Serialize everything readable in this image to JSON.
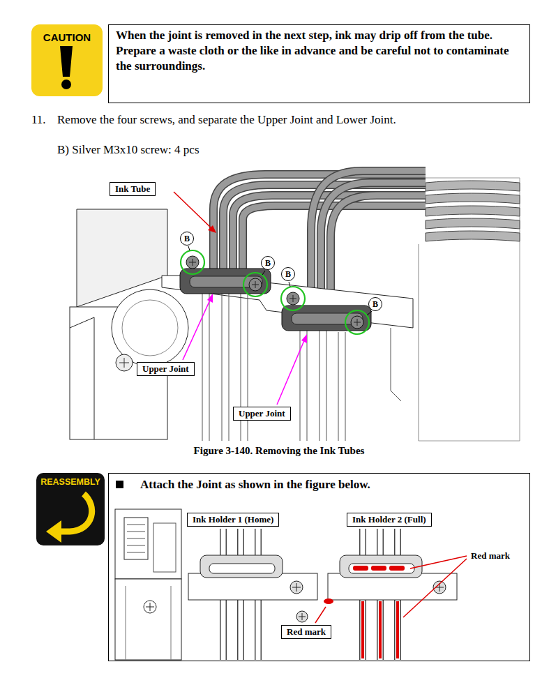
{
  "diagram": {
    "caption": "Figure 3-140. Removing the Ink Tubes",
    "nodes": [
      {
        "text": [
          "When the joint is removed in the next step, ink may drip off from the tube. Prepare a waste cloth or the like in advance and be careful not to contaminate the surroundings."
        ]
      },
      {
        "text": [
          "Ink Tube"
        ]
      },
      {
        "text": [
          "B"
        ]
      },
      {
        "text": [
          "B"
        ]
      },
      {
        "text": [
          "B"
        ]
      },
      {
        "text": [
          "B"
        ]
      },
      {
        "text": [
          "Upper Joint"
        ]
      },
      {
        "text": [
          "Upper Joint"
        ]
      },
      {
        "text": [
          "Attach the Joint as shown in the figure below."
        ]
      },
      {
        "text": [
          "Ink Holder 1 (Home)"
        ],
        "in": 8
      },
      {
        "text": [
          "Ink Holder 2 (Full)"
        ],
        "in": 8
      },
      {
        "text": [
          "Red mark"
        ],
        "in": 8
      }
    ],
    "labels": [
      "CAUTION",
      "11.",
      "Remove the four screws, and separate the Upper Joint and Lower Joint.",
      "B) Silver M3x10 screw: 4 pcs",
      "REASSEMBLY",
      "Red mark"
    ]
  }
}
